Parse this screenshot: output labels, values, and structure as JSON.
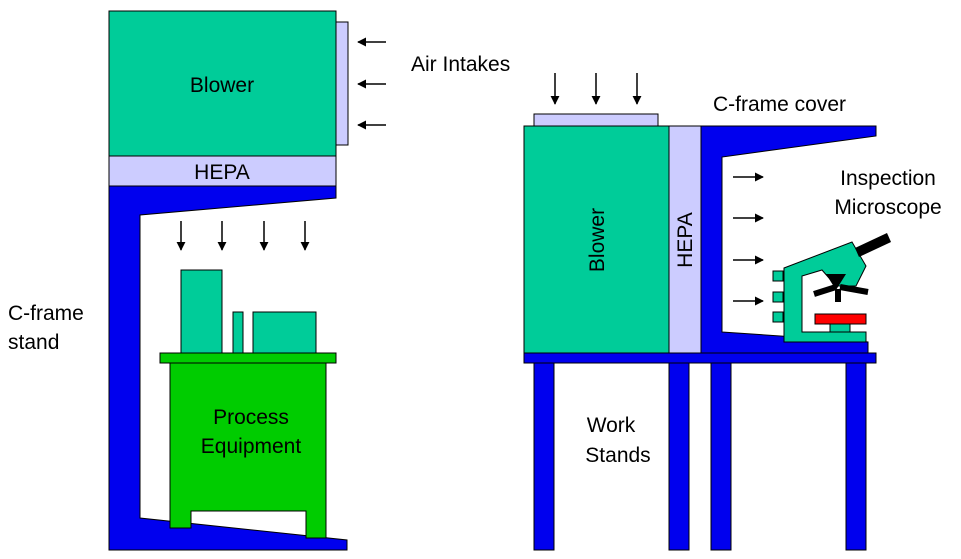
{
  "labels": {
    "air_intakes": "Air Intakes",
    "left_blower": "Blower",
    "left_hepa": "HEPA",
    "c_frame_stand_line1": "C-frame",
    "c_frame_stand_line2": "stand",
    "process_line1": "Process",
    "process_line2": "Equipment",
    "c_frame_cover": "C-frame cover",
    "right_blower": "Blower",
    "right_hepa": "HEPA",
    "inspection_line1": "Inspection",
    "inspection_line2": "Microscope",
    "work_line1": "Work",
    "work_line2": "Stands"
  },
  "colors": {
    "blower": "#00cc99",
    "hepa": "#ccccff",
    "frame": "#0000ee",
    "process": "#00cc00",
    "microscope_stage": "#ff0000",
    "microscope_body": "#000000"
  }
}
